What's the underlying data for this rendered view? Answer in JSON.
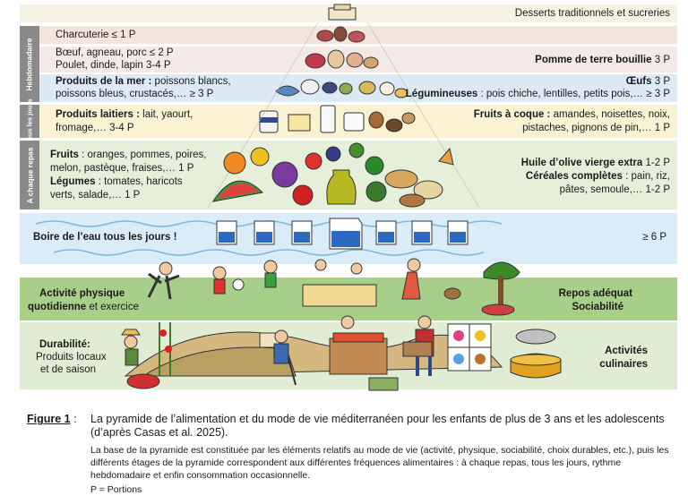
{
  "figure": {
    "bands": {
      "desserts": "Desserts traditionnels et sucreries",
      "charcuterie": "Charcuterie ≤ 1 P",
      "meat_line1": "Bœuf, agneau, porc ≤ 2 P",
      "meat_line2": "Poulet, dinde, lapin 3-4 P",
      "potato_bold": "Pomme de terre bouillie",
      "potato_rest": " 3 P",
      "sea_bold": "Produits de la mer :",
      "sea_rest1": " poissons blancs,",
      "sea_line2": "poissons bleus, crustacés,… ≥ 3 P",
      "eggs_bold": "Œufs",
      "eggs_rest": " 3 P",
      "legumes_bold": "Légumineuses",
      "legumes_rest": " : pois chiche, lentilles, petits pois,… ≥ 3 P",
      "dairy_bold": "Produits laitiers :",
      "dairy_rest1": " lait, yaourt,",
      "dairy_line2": "fromage,… 3-4 P",
      "nuts_bold": "Fruits à coque :",
      "nuts_rest1": " amandes, noisettes, noix,",
      "nuts_line2": "pistaches, pignons de pin,… 1 P",
      "fruits_bold": "Fruits",
      "fruits_rest1": " : oranges, pommes, poires,",
      "fruits_line2": "melon, pastèque, fraises,… 1 P",
      "veg_bold": "Légumes",
      "veg_rest1": " : tomates, haricots",
      "veg_line2": "verts, salade,… 1 P",
      "oil_bold": "Huile d’olive vierge extra",
      "oil_rest": " 1-2 P",
      "cereal_bold": "Céréales complètes",
      "cereal_rest1": " : pain, riz,",
      "cereal_line2": "pâtes, semoule,… 1-2 P",
      "water": "Boire de l’eau tous les jours !",
      "water_portion": "≥ 6 P",
      "activity_bold1": "Activité physique",
      "activity_bold2": "quotidienne",
      "activity_rest": " et exercice",
      "rest_line1": "Repos adéquat",
      "rest_line2": "Sociabilité",
      "durability_bold": "Durabilité:",
      "durability_line2": "Produits locaux",
      "durability_line3": "et de saison",
      "cooking_line1": "Activités",
      "cooking_line2": "culinaires"
    },
    "side_labels": {
      "weekly": "Hebdomadaire",
      "daily": "Tous les jours",
      "meal": "A chaque repas"
    },
    "colors": {
      "desserts": "#f6f2e6",
      "charcuterie": "#f3e4dc",
      "meat": "#f4e9e6",
      "sea": "#dde9f4",
      "dairy": "#faf2d2",
      "meal": "#e5efda",
      "water": "#d9ecf8",
      "activity": "#a8cf8a",
      "durability": "#e0ecd3",
      "side": "#8a8a8a"
    }
  },
  "caption": {
    "label": "Figure 1",
    "separator": " :",
    "title": "La pyramide de l’alimentation et du mode de vie méditerranéen pour les enfants de plus de 3 ans et les adolescents (d’après Casas et al. 2025).",
    "description": "La base de la pyramide est constituée par les éléments relatifs au mode de vie (activité, physique, sociabilité, choix durables, etc.), puis les différents étages de la pyramide correspondent aux différentes fréquences alimentaires : à chaque repas, tous les jours, rythme hebdomadaire et enfin consommation occasionnelle.",
    "legend": "P = Portions"
  }
}
